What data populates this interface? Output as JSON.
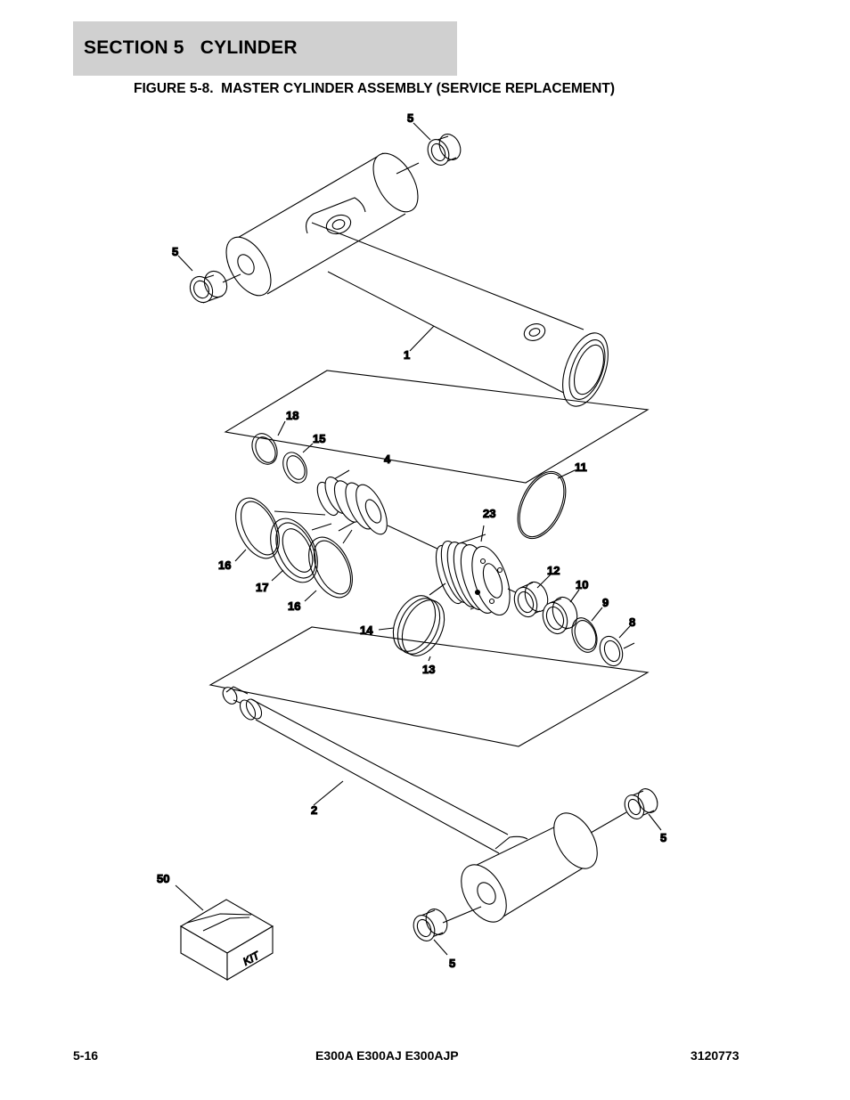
{
  "header": {
    "section_title": "SECTION 5   CYLINDER",
    "figure_title": "FIGURE 5-8.  MASTER CYLINDER ASSEMBLY (SERVICE REPLACEMENT)"
  },
  "callouts": {
    "c5a": "5",
    "c5b": "5",
    "c1": "1",
    "c18": "18",
    "c15": "15",
    "c4": "4",
    "c11": "11",
    "c23": "23",
    "c12": "12",
    "c10": "10",
    "c9": "9",
    "c8": "8",
    "c16a": "16",
    "c17": "17",
    "c16b": "16",
    "c14": "14",
    "c13": "13",
    "c2": "2",
    "c5c": "5",
    "c50": "50",
    "c5d": "5"
  },
  "kit_label": "KIT",
  "footer": {
    "page_number": "5-16",
    "models": "E300A E300AJ E300AJP",
    "doc_number": "3120773"
  }
}
